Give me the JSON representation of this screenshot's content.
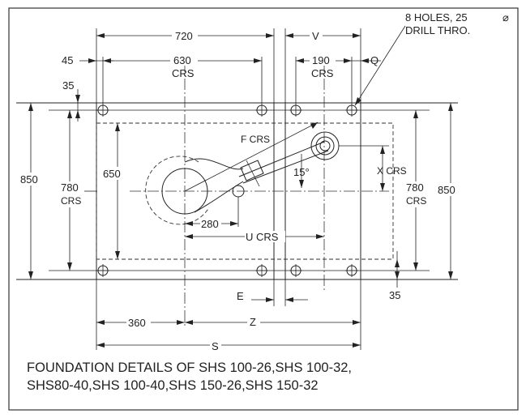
{
  "labels": {
    "holes_line1": "8 HOLES, 25",
    "diameter_symbol": "⌀",
    "holes_line2": "DRILL THRO.",
    "dim_720": "720",
    "dim_v": "V",
    "dim_45": "45",
    "dim_630": "630",
    "crs_left": "CRS",
    "dim_190": "190",
    "crs_right": "CRS",
    "dim_q": "Q",
    "dim_35_top": "35",
    "dim_850_left": "850",
    "dim_780_left": "780",
    "crs_780_left": "CRS",
    "dim_650": "650",
    "f_crs": "F CRS",
    "dim_15": "15°",
    "x_crs": "X CRS",
    "dim_780_right": "780",
    "crs_780_right": "CRS",
    "dim_850_right": "850",
    "dim_280": "280",
    "u_crs": "U CRS",
    "dim_e": "E",
    "dim_35_bottom": "35",
    "dim_360": "360",
    "dim_z": "Z",
    "dim_s": "S"
  },
  "caption": {
    "line1": "FOUNDATION DETAILS OF SHS 100-26,SHS 100-32,",
    "line2": "SHS80-40,SHS 100-40,SHS 150-26,SHS 150-32"
  }
}
